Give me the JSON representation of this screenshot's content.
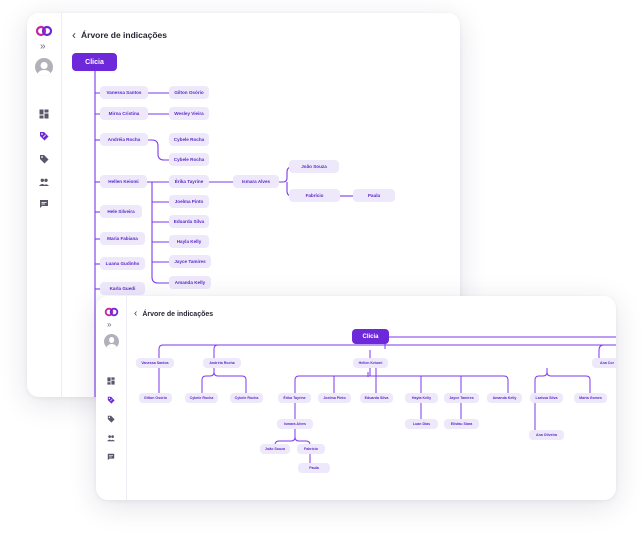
{
  "page_title": "Árvore de indicações",
  "colors": {
    "accent": "#6d28d9",
    "node_bg": "#eee8fb",
    "node_text": "#5b2bc8",
    "line": "#7c3aed"
  },
  "sidebar_icons": [
    "dashboard-icon",
    "tag-discount-icon",
    "tag-icon",
    "people-icon",
    "chat-icon"
  ],
  "back_tree": {
    "root": "Clicia",
    "nodes": {
      "vanessa": "Vanessa Santos",
      "gilton": "Gilton Osório",
      "mirna": "Mirna Cristina",
      "wesley": "Wesley Vieira",
      "andreia": "Andréia Rocha",
      "cybele1": "Cybele Rocha",
      "cybele2": "Cybele Rocha",
      "hellen": "Hellen Keiomi",
      "erika": "Érika Tayrine",
      "ismara": "Ismara Alves",
      "joao": "João Souza",
      "fabricio": "Fabrício",
      "paula": "Paula",
      "joelma": "Joelma Pinto",
      "eduarda": "Eduarda Silva",
      "hayla": "Hayla Kelly",
      "jayce": "Jayce Tamires",
      "amanda": "Amanda Kelly",
      "hele": "Hele Silveira",
      "maria": "Maria Fabiana",
      "luana": "Luana Gudinho",
      "karla": "Karla Guedi"
    }
  },
  "front_tree": {
    "root": "Clicia",
    "nodes": {
      "vanessa": "Vanessa Santos",
      "gilton": "Gilton Osório",
      "andreia": "Andréia Rocha",
      "cybele1": "Cybele Rocha",
      "cybele2": "Cybele Rocha",
      "hellen": "Hellen Keiomi",
      "erika": "Érika Tayrine",
      "joelma": "Joelma Pinto",
      "eduarda": "Eduarda Silva",
      "hayla": "Hayla Kelly",
      "jayce": "Jayce Tamires",
      "amanda": "Amanda Kelly",
      "ismara": "Ismara Alves",
      "joao": "João Souza",
      "fabricio": "Fabrício",
      "paula": "Paula",
      "luan": "Luan Dias",
      "elisfau": "Elisfau Siara",
      "larissa": "Larissa Silva",
      "marta": "Marta Gomes",
      "ana_oliveira": "Ana Oliveira",
      "ana_cor": "Ana Cor"
    }
  }
}
